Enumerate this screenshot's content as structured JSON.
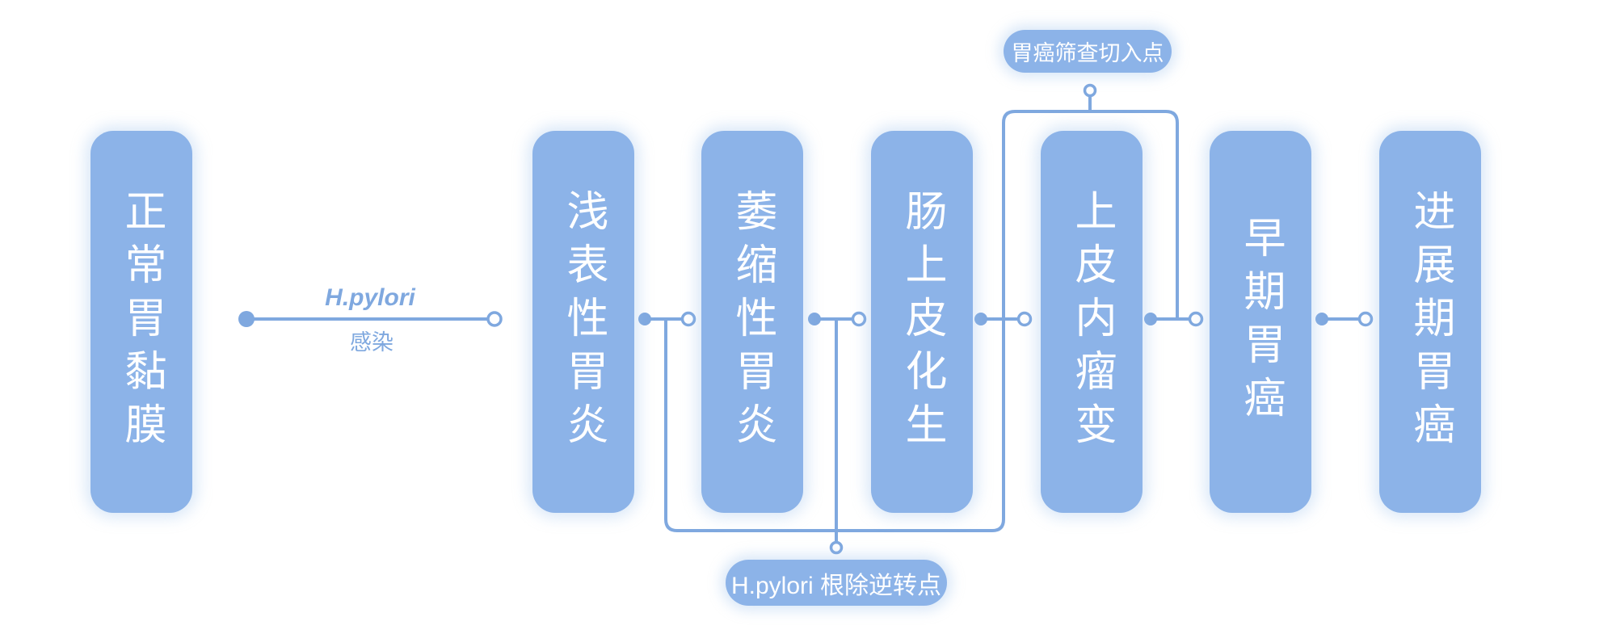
{
  "stages": [
    {
      "label": "正常胃黏膜"
    },
    {
      "label": "浅表性胃炎"
    },
    {
      "label": "萎缩性胃炎"
    },
    {
      "label": "肠上皮化生"
    },
    {
      "label": "上皮内瘤变"
    },
    {
      "label": "早期胃癌"
    },
    {
      "label": "进展期胃癌"
    }
  ],
  "edge_label": {
    "line1": "H.pylori",
    "line2": "感染"
  },
  "badges": {
    "top": "胃癌筛查切入点",
    "bottom": "H.pylori 根除逆转点"
  },
  "colors": {
    "box_fill": "#8cb3e8",
    "line_stroke": "#7fa8df",
    "box_text": "#ffffff",
    "edge_label_text": "#7fa8df",
    "background": "#ffffff"
  }
}
